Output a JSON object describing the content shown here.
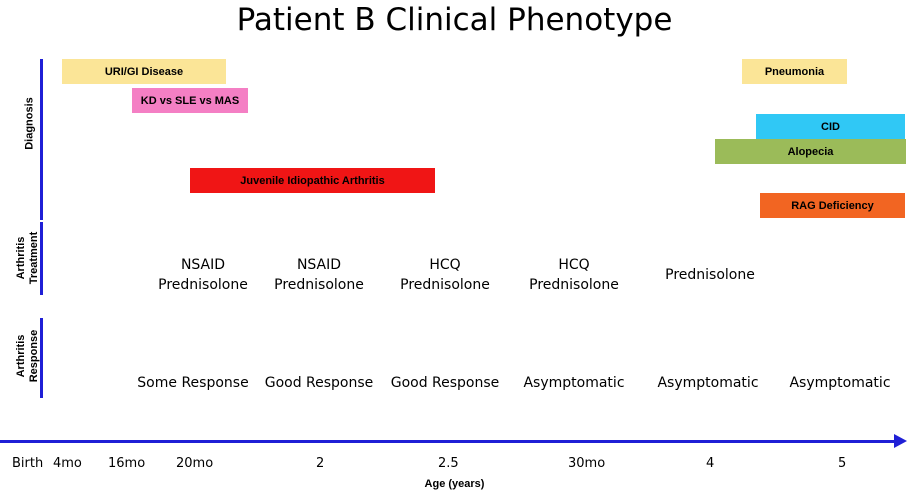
{
  "title": "Patient B Clinical Phenotype",
  "sections": {
    "diagnosis": "Diagnosis",
    "treatment_line1": "Arthritis",
    "treatment_line2": "Treatment",
    "response_line1": "Arthritis",
    "response_line2": "Response"
  },
  "diagnoses": [
    {
      "label": "URI/GI Disease",
      "color": "#fbe597"
    },
    {
      "label": "KD vs SLE vs MAS",
      "color": "#f47fc4"
    },
    {
      "label": "Juvenile Idiopathic Arthritis",
      "color": "#f01515"
    },
    {
      "label": "Pneumonia",
      "color": "#fbe597"
    },
    {
      "label": "CID",
      "color": "#30c8f5"
    },
    {
      "label": "Alopecia",
      "color": "#9bbb59"
    },
    {
      "label": "RAG Deficiency",
      "color": "#f26522"
    }
  ],
  "treatments": [
    {
      "line1": "NSAID",
      "line2": "Prednisolone"
    },
    {
      "line1": "NSAID",
      "line2": "Prednisolone"
    },
    {
      "line1": "HCQ",
      "line2": "Prednisolone"
    },
    {
      "line1": "HCQ",
      "line2": "Prednisolone"
    },
    {
      "line1": "Prednisolone",
      "line2": ""
    }
  ],
  "responses": [
    "Some Response",
    "Good Response",
    "Good Response",
    "Asymptomatic",
    "Asymptomatic",
    "Asymptomatic"
  ],
  "axis": {
    "ticks": [
      "Birth",
      "4mo",
      "16mo",
      "20mo",
      "2",
      "2.5",
      "30mo",
      "4",
      "5"
    ],
    "title": "Age (years)"
  }
}
